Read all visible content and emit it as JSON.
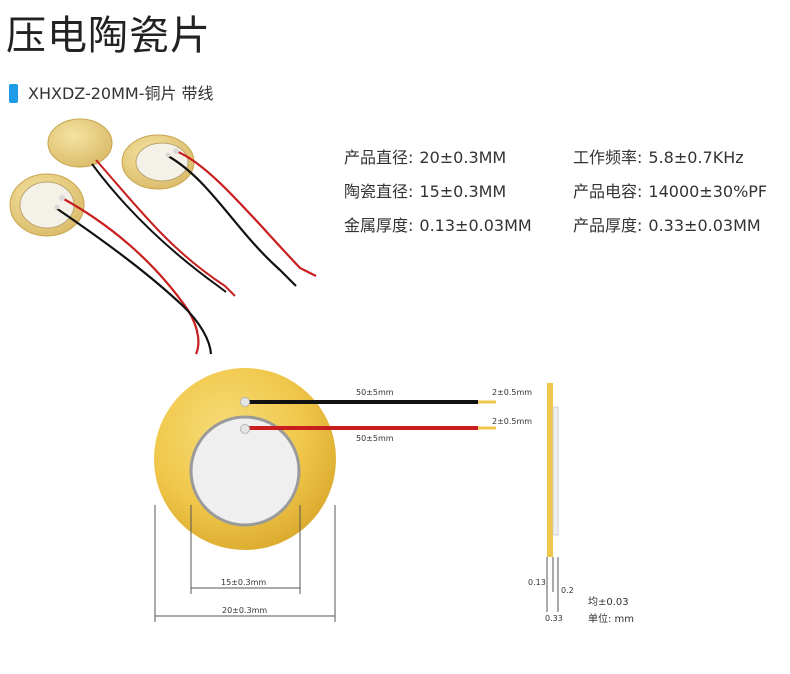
{
  "title": "压电陶瓷片",
  "subtitle": "XHXDZ-20MM-铜片 带线",
  "specs": [
    [
      {
        "label": "产品直径:",
        "value": "20±0.3MM"
      },
      {
        "label": "工作频率:",
        "value": "5.8±0.7KHz"
      }
    ],
    [
      {
        "label": "陶瓷直径:",
        "value": "15±0.3MM"
      },
      {
        "label": "产品电容:",
        "value": "14000±30%PF"
      }
    ],
    [
      {
        "label": "金属厚度:",
        "value": "0.13±0.03MM"
      },
      {
        "label": "产品厚度:",
        "value": "0.33±0.03MM"
      }
    ]
  ],
  "diagram": {
    "wire_top_length": "50±5mm",
    "wire_bottom_length": "50±5mm",
    "wire_top_strip": "2±0.5mm",
    "wire_bottom_strip": "2±0.5mm",
    "ceramic_dim": "15±0.3mm",
    "disc_dim": "20±0.3mm",
    "metal_thickness": "0.13",
    "ceramic_thickness": "0.2",
    "total_thickness": "0.33",
    "tolerance": "均±0.03",
    "unit": "单位: mm"
  },
  "colors": {
    "brass": "#f0c74a",
    "ceramic": "#efefef",
    "wire_black": "#111111",
    "wire_red": "#c81e1e",
    "accent": "#1f9ce8"
  }
}
